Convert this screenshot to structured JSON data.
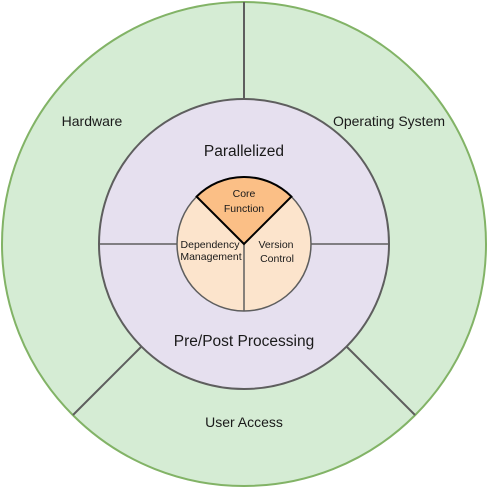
{
  "colors": {
    "outer_fill": "#d5ecd4",
    "outer_stroke": "#82b366",
    "middle_fill": "#e6e0ef",
    "middle_stroke": "#5e5e5e",
    "inner_fill": "#fce4cc",
    "core_fill": "#fbbf86",
    "divider": "#5e5e5e"
  },
  "outer_ring": {
    "hardware": "Hardware",
    "operating_system": "Operating System",
    "user_access": "User Access"
  },
  "middle_ring": {
    "parallelized": "Parallelized",
    "pre_post_processing": "Pre/Post Processing"
  },
  "inner_circle": {
    "core_function_line1": "Core",
    "core_function_line2": "Function",
    "dependency_line1": "Dependency",
    "dependency_line2": "Management",
    "version_line1": "Version",
    "version_line2": "Control"
  }
}
